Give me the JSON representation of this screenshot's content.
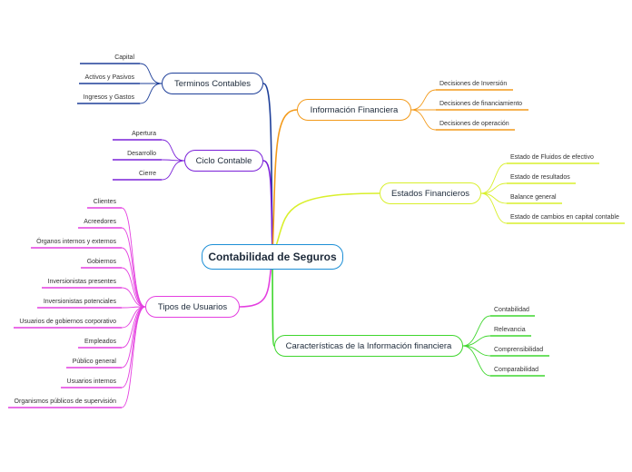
{
  "central": {
    "label": "Contabilidad de Seguros",
    "color": "#1c8fd6"
  },
  "branches": [
    {
      "id": "terminos",
      "label": "Terminos Contables",
      "color": "#1e3f99",
      "leaves": [
        "Capital",
        "Activos y Pasivos",
        "Ingresos y Gastos"
      ]
    },
    {
      "id": "ciclo",
      "label": "Ciclo Contable",
      "color": "#7a20d8",
      "leaves": [
        "Apertura",
        "Desarrollo",
        "Cierre"
      ]
    },
    {
      "id": "usuarios",
      "label": "Tipos de Usuarios",
      "color": "#e43fe0",
      "leaves": [
        "Clientes",
        "Acreedores",
        "Órganos internos y externos",
        "Gobiernos",
        "Inversionistas presentes",
        "Inversionistas potenciales",
        "Usuarios de gobiernos corporativo",
        "Empleados",
        "Público general",
        "Usuarios internos",
        "Organismos públicos de supervisión"
      ]
    },
    {
      "id": "info",
      "label": "Información Financiera",
      "color": "#f39a1a",
      "leaves": [
        "Decisiones de Inversión",
        "Decisiones de financiamiento",
        "Decisiones de operación"
      ]
    },
    {
      "id": "estados",
      "label": "Estados Financieros",
      "color": "#d9ef2c",
      "leaves": [
        "Estado de Fluidos de efectivo",
        "Estado de resultados",
        "Balance general",
        "Estado de cambios en capital contable"
      ]
    },
    {
      "id": "caract",
      "label": "Características de la Información financiera",
      "color": "#3fd62e",
      "leaves": [
        "Contabilidad",
        "Relevancia",
        "Comprensibilidad",
        "Comparabilidad"
      ]
    }
  ]
}
